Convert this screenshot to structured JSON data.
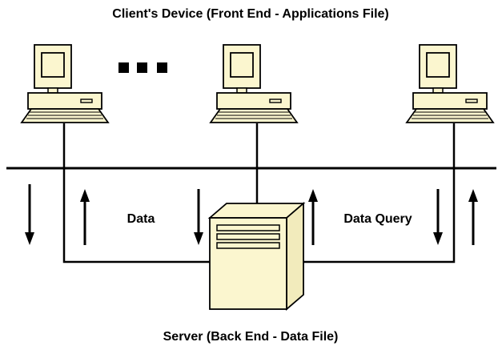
{
  "title": "Client's Device (Front End - Applications File)",
  "footer": "Server (Back End - Data File)",
  "labels": {
    "left_flow": "Data",
    "right_flow": "Data Query",
    "ellipsis": "■ ■ ■"
  },
  "colors": {
    "computer_fill": "#fbf6cf",
    "stroke": "#000000",
    "background": "#ffffff"
  },
  "icons": {
    "client": "desktop-computer-icon",
    "server": "server-tower-icon"
  },
  "client_count_shown": 3
}
